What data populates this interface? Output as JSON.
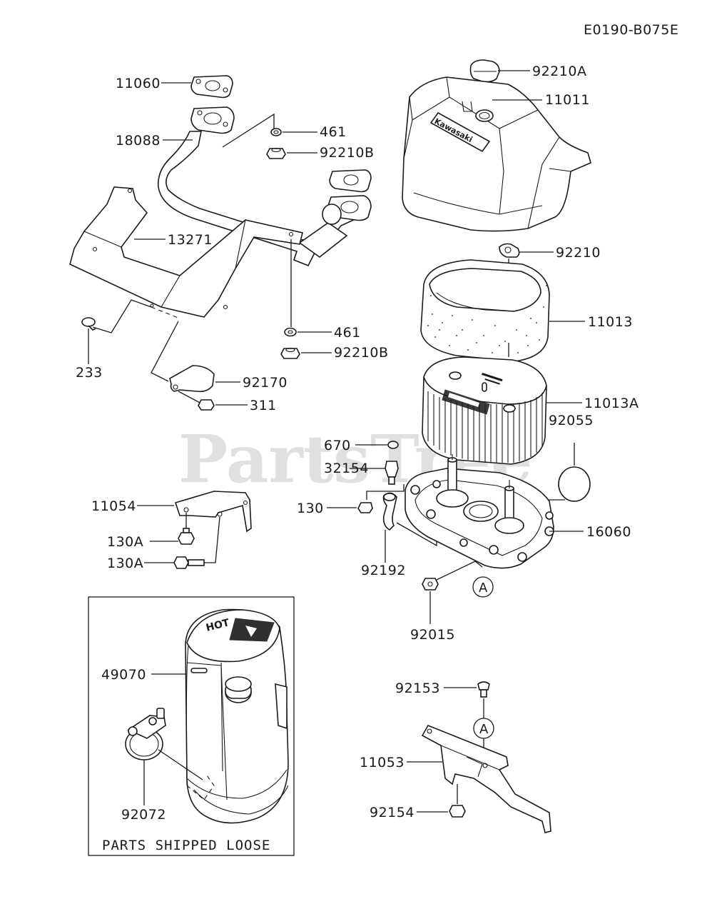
{
  "diagram_code": "E0190-B075E",
  "watermark": "PartsTree",
  "watermark_tm": "™",
  "box_caption": "PARTS SHIPPED LOOSE",
  "reference_mark": "A",
  "labels": {
    "p11060": "11060",
    "p18088": "18088",
    "p461a": "461",
    "p92210Ba": "92210B",
    "p13271": "13271",
    "p461b": "461",
    "p92210Bb": "92210B",
    "p233": "233",
    "p92170": "92170",
    "p311": "311",
    "p92210A": "92210A",
    "p11011": "11011",
    "p92210": "92210",
    "p11013": "11013",
    "p11013A": "11013A",
    "p92055": "92055",
    "p670": "670",
    "p32154": "32154",
    "p130": "130",
    "p16060": "16060",
    "p92192": "92192",
    "p92015": "92015",
    "p11054": "11054",
    "p130Aa": "130A",
    "p130Ab": "130A",
    "p49070": "49070",
    "p92072": "92072",
    "p92153": "92153",
    "p11053": "11053",
    "p92154": "92154"
  }
}
